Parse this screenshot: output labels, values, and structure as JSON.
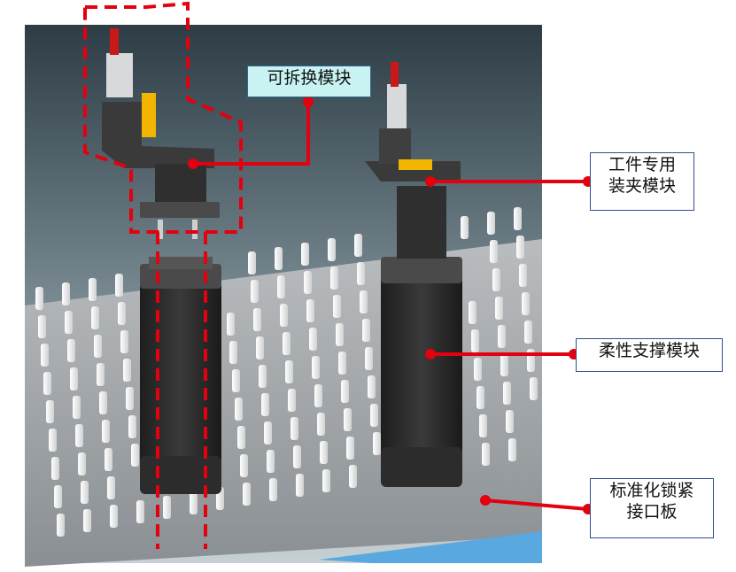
{
  "labels": {
    "replaceable_module": "可拆换模块",
    "workpiece_fixture_line1": "工件专用",
    "workpiece_fixture_line2": "装夹模块",
    "flexible_support": "柔性支撑模块",
    "locking_plate_line1": "标准化锁紧",
    "locking_plate_line2": "接口板"
  },
  "colors": {
    "callout": "#e3000f",
    "label_border": "#2f4f8f",
    "highlight_fill": "#c9f2f2",
    "module_body": "#2a2a2a",
    "base_plate": "#9a9ea2",
    "pins": "#e9eaea",
    "clamp_handle": "#c81818",
    "clamp_block": "#f2b500",
    "background_top": "#2d3c45"
  },
  "icons": [
    "callout-dot",
    "dashed-outline"
  ]
}
